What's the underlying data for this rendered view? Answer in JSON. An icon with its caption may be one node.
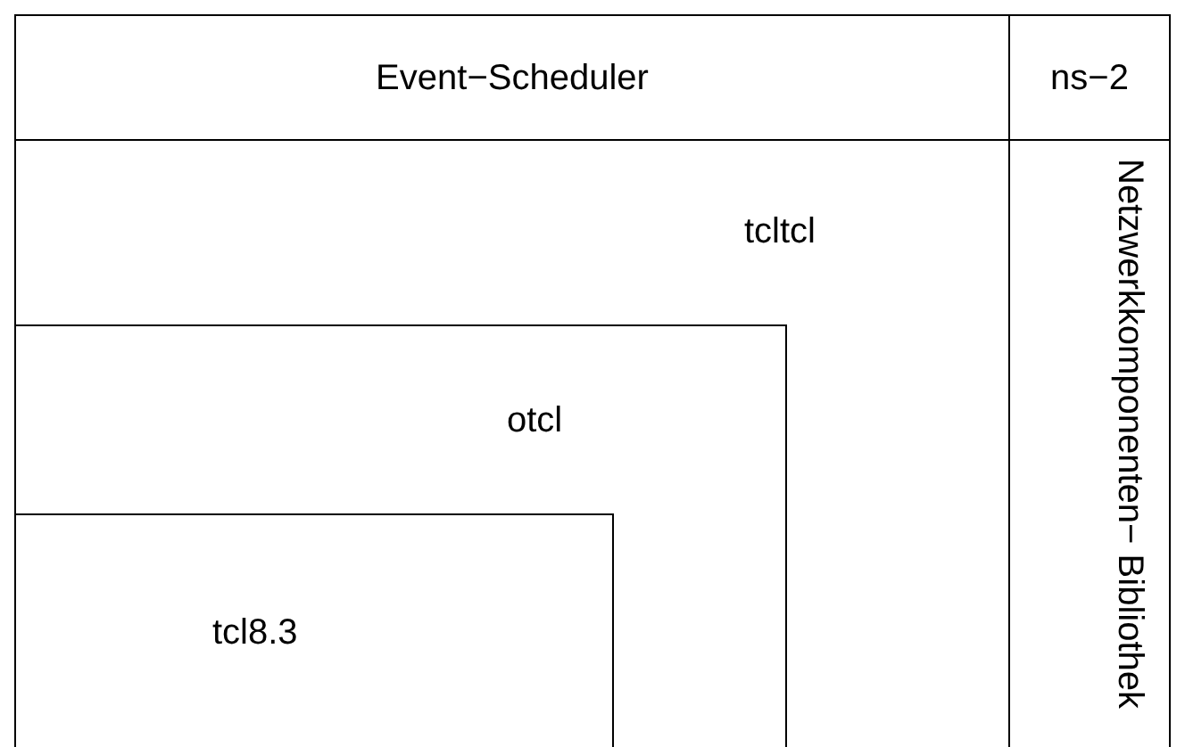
{
  "diagram": {
    "nodes": [
      {
        "text": [
          "Event−Scheduler"
        ]
      },
      {
        "text": [
          "ns−2"
        ]
      },
      {
        "text": [
          "tcltcl"
        ]
      },
      {
        "text": [
          "otcl"
        ],
        "in": 2
      },
      {
        "text": [
          "tcl8.3"
        ],
        "in": 3
      },
      {
        "text": [
          "Netzwerkkomponenten− Bibliothek"
        ]
      }
    ],
    "edges": []
  }
}
